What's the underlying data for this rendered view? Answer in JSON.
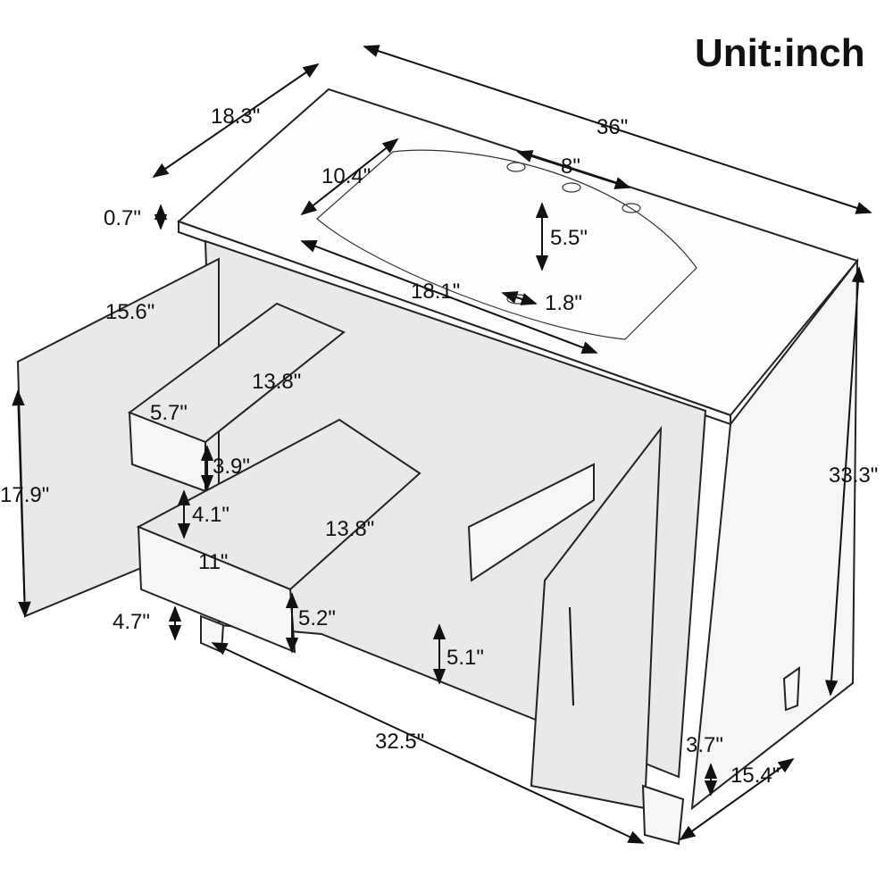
{
  "unit_label": "Unit:inch",
  "dimensions": {
    "top_width": "36\"",
    "top_depth": "18.3\"",
    "top_thickness": "0.7\"",
    "faucet_spread": "8\"",
    "basin_depth": "10.4\"",
    "basin_front_offset": "5.5\"",
    "basin_width": "18.1\"",
    "drain_width": "1.8\"",
    "door_width": "15.6\"",
    "door_height": "17.9\"",
    "upper_drawer_depth": "13.8\"",
    "upper_drawer_width": "5.7\"",
    "upper_drawer_height": "3.9\"",
    "gap_height": "4.1\"",
    "lower_drawer_depth": "13.8\"",
    "lower_drawer_width": "11\"",
    "lower_drawer_height": "5.2\"",
    "leg_height_left": "4.7\"",
    "shelf_clearance": "5.1\"",
    "cabinet_width": "32.5\"",
    "total_height": "33.3\"",
    "leg_height_right": "3.7\"",
    "cabinet_depth": "15.4\""
  }
}
